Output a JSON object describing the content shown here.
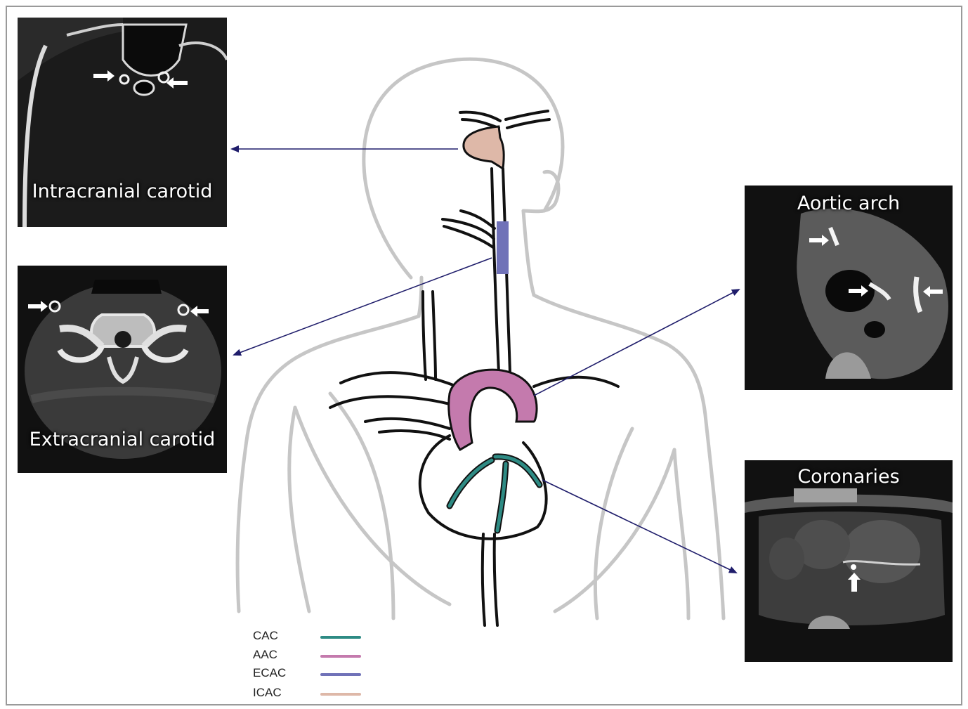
{
  "panels": {
    "intracranial": {
      "title": "Intracranial carotid"
    },
    "extracranial": {
      "title": "Extracranial carotid"
    },
    "aortic": {
      "title": "Aortic arch"
    },
    "coronaries": {
      "title": "Coronaries"
    }
  },
  "legend": {
    "items": [
      {
        "label": "CAC",
        "color": "#2e8b84"
      },
      {
        "label": "AAC",
        "color": "#c47aad"
      },
      {
        "label": "ECAC",
        "color": "#7072b8"
      },
      {
        "label": "ICAC",
        "color": "#deb8a8"
      }
    ]
  },
  "colors": {
    "body_outline": "#c6c6c6",
    "vessel_outline": "#111111",
    "pointer_arrow": "#1f1d6b",
    "marker_arrow": "#ffffff"
  }
}
